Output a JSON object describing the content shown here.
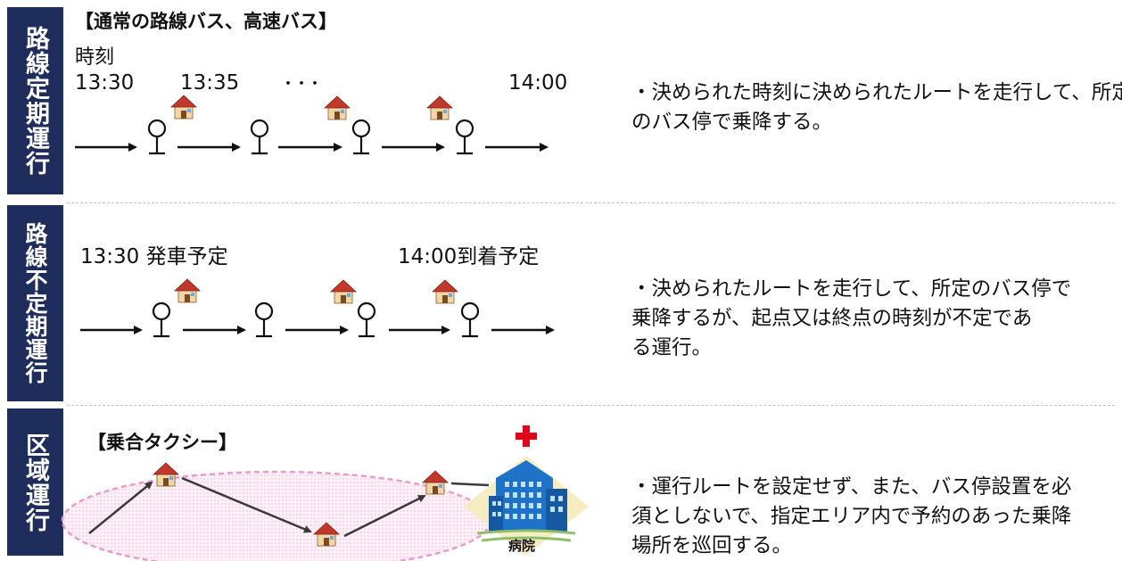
{
  "sections": [
    {
      "side_label": "路線定期運行",
      "heading": "【通常の路線バス、高速バス】",
      "time_caption": "時刻",
      "times": [
        "13:30",
        "13:35",
        "・・・",
        "14:00"
      ],
      "description": "・決められた時刻に決められたルートを走行して、所定\nのバス停で乗降する。"
    },
    {
      "side_label": "路線不定期運行",
      "start_label": "13:30 発車予定",
      "end_label": "14:00到着予定",
      "description": "・決められたルートを走行して、所定のバス停で\n乗降するが、起点又は終点の時刻が不定であ\nる運行。"
    },
    {
      "side_label": "区域運行",
      "heading": "【乗合タクシー】",
      "hospital_label": "病院",
      "description": "・運行ルートを設定せず、また、バス停設置を必\n須としないで、指定エリア内で予約のあった乗降\n場所を巡回する。"
    }
  ],
  "colors": {
    "sidebar": "#1f2d5c",
    "area": "#f5c6e0",
    "hospital": "#1e73c8",
    "cross": "#e2001a"
  }
}
